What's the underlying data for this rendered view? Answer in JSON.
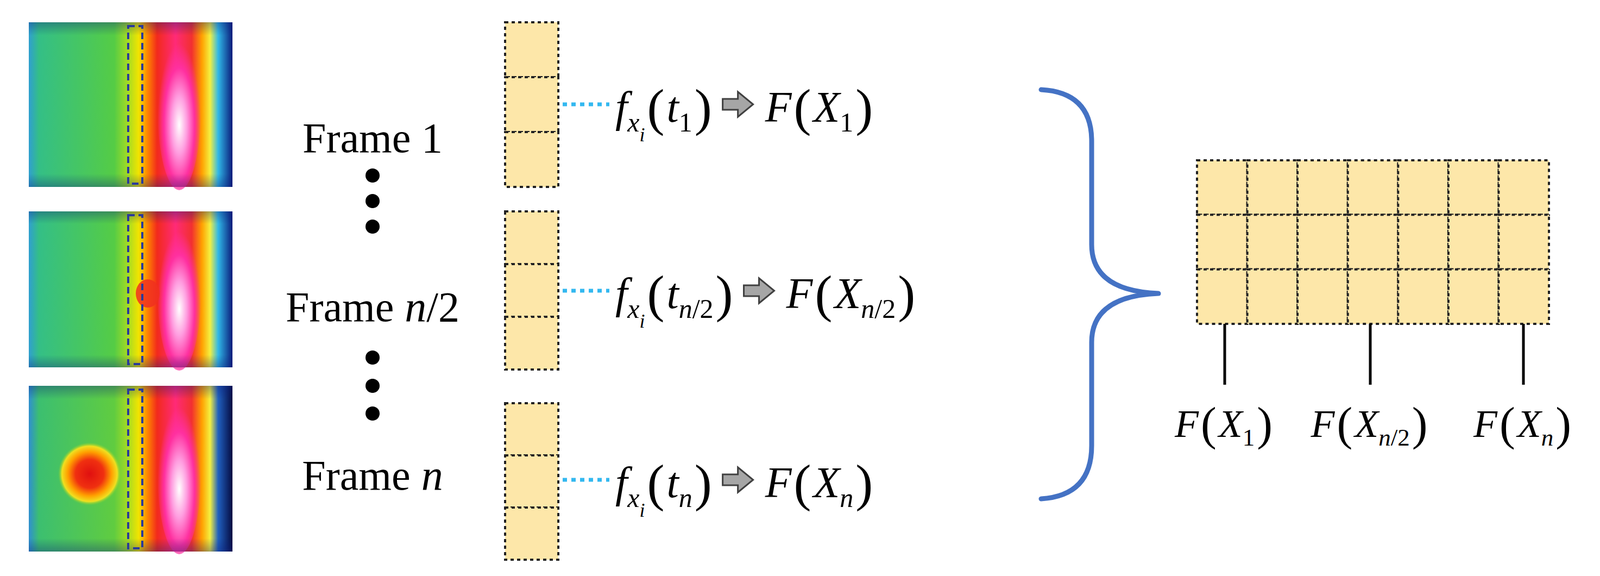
{
  "diagram": {
    "labels": [
      "Frame 1",
      "f",
      "x",
      "i",
      "(",
      "t",
      "1",
      ")",
      "F",
      "(",
      "X",
      "1",
      ")",
      "Frame",
      "n",
      "/2",
      "f",
      "x",
      "i",
      "(",
      "t",
      "n",
      "/2",
      ")",
      "F",
      "(",
      "X",
      "n",
      "/2",
      ")",
      "Frame",
      "n",
      "f",
      "x",
      "i",
      "(",
      "t",
      "n",
      ")",
      "F",
      "(",
      "X",
      "n",
      ")",
      "F",
      "(",
      "X",
      "1",
      ")",
      "F",
      "(",
      "X",
      "n",
      "/2",
      ")",
      "F",
      "(",
      "X",
      "n",
      ")"
    ]
  }
}
